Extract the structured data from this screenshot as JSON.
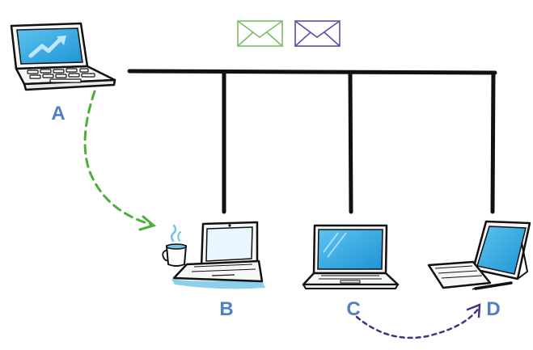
{
  "nodes": {
    "a": {
      "label": "A",
      "device": "laptop-chart-icon"
    },
    "b": {
      "label": "B",
      "device": "laptop-coffee-icon"
    },
    "c": {
      "label": "C",
      "device": "laptop-icon"
    },
    "d": {
      "label": "D",
      "device": "tablet-keyboard-icon"
    }
  },
  "messages": [
    {
      "icon": "envelope-icon",
      "color": "#7dbb6a"
    },
    {
      "icon": "envelope-icon",
      "color": "#5a4fa0"
    }
  ],
  "transfers": [
    {
      "from": "A",
      "to": "B",
      "color": "#4caf3c"
    },
    {
      "from": "C",
      "to": "D",
      "color": "#4a2f86"
    }
  ],
  "colors": {
    "label": "#4f7fc9",
    "bus": "#111111",
    "screen": "#2aa3df"
  }
}
